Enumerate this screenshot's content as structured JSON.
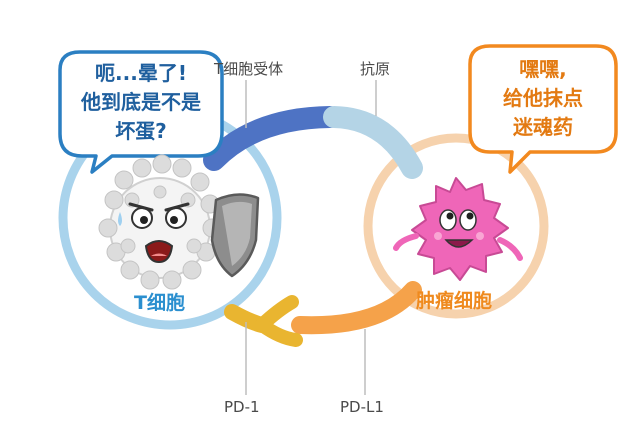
{
  "labels": {
    "t_receptor": "T细胞受体",
    "antigen": "抗原",
    "pd1": "PD-1",
    "pdl1": "PD-L1"
  },
  "t_cell": {
    "name": "T细胞",
    "bubble": [
      "呃...晕了!",
      "他到底是不是",
      "坏蛋?"
    ]
  },
  "tumor_cell": {
    "name": "肿瘤细胞",
    "bubble": [
      "嘿嘿,",
      "给他抹点",
      "迷魂药"
    ]
  },
  "colors": {
    "t_ring": "#a9d3ec",
    "t_name": "#2b8fcf",
    "t_bubble_border": "#2b7fc2",
    "t_bubble_text": "#1f5f9e",
    "receptor": "#4e73c4",
    "antigen": "#b4d4e6",
    "tumor_ring": "#f6d2ad",
    "tumor_name": "#ef8a1e",
    "tumor_bubble_border": "#f2891f",
    "tumor_bubble_text": "#e37a12",
    "pd1": "#e9b530",
    "pdl1": "#f5a24a",
    "tumor_body": "#ef66b8"
  }
}
